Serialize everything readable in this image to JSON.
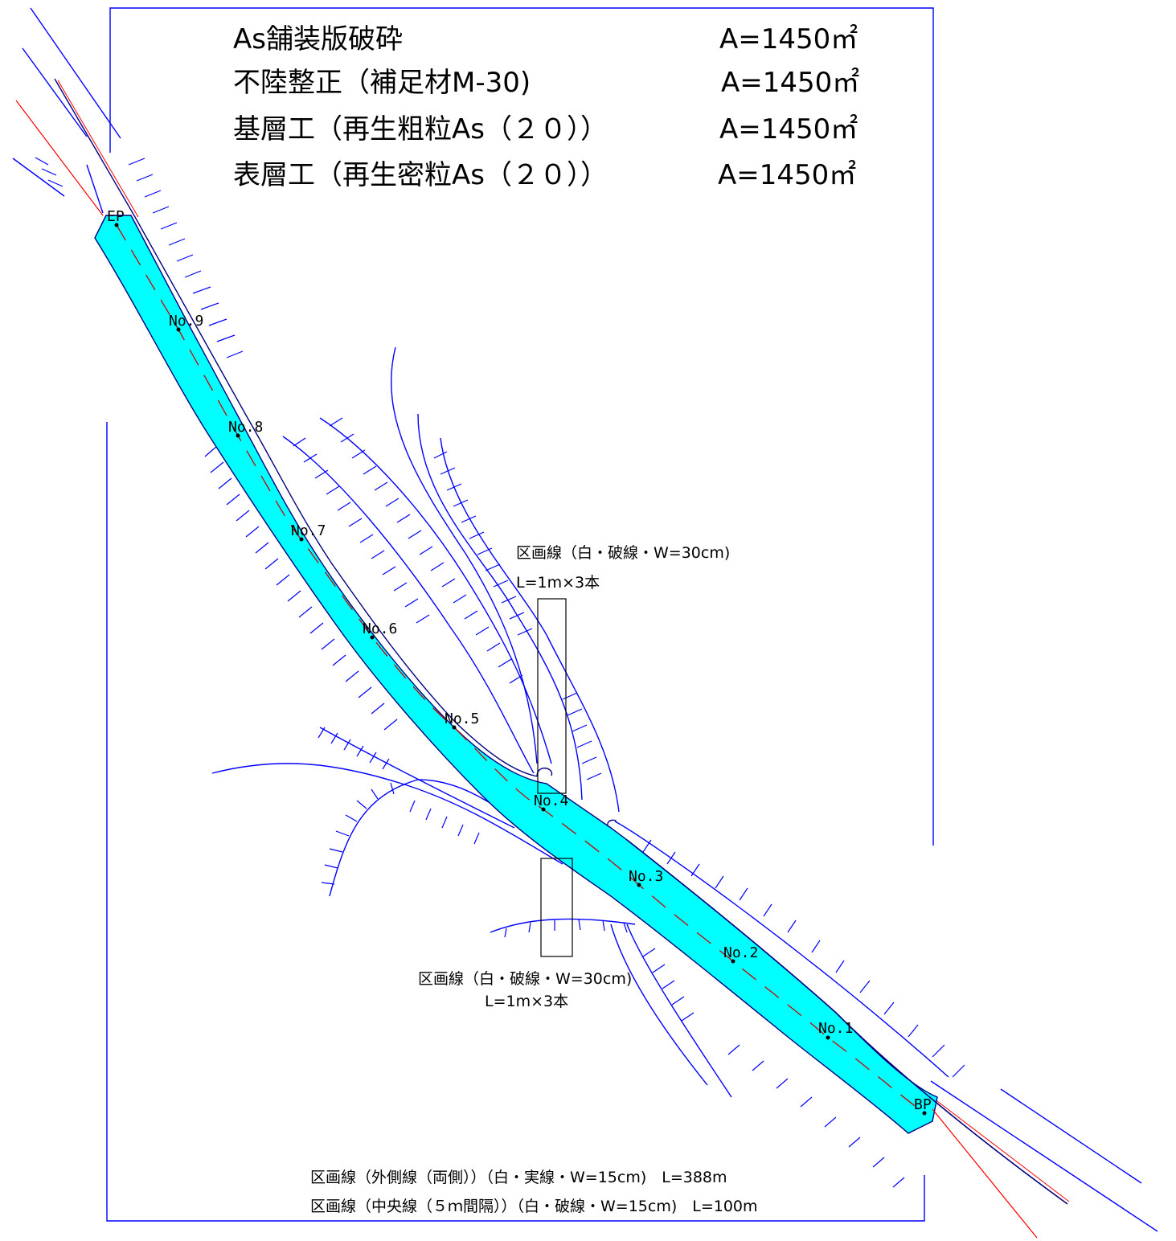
{
  "quantities": [
    {
      "item": "As舗装版破砕",
      "area": "A=1450㎡"
    },
    {
      "item": "不陸整正（補足材M-30)",
      "area": "A=1450㎡"
    },
    {
      "item": "基層工（再生粗粒As（２０））",
      "area": "A=1450㎡"
    },
    {
      "item": "表層工（再生密粒As（２０））",
      "area": "A=1450㎡"
    }
  ],
  "stations": {
    "ep": "EP",
    "bp": "BP",
    "no9": "No.9",
    "no8": "No.8",
    "no7": "No.7",
    "no6": "No.6",
    "no5": "No.5",
    "no4": "No.4",
    "no3": "No.3",
    "no2": "No.2",
    "no1": "No.1"
  },
  "callouts": {
    "upper": {
      "line1": "区画線（白・破線・W=30cm)",
      "line2": "L=1m×3本"
    },
    "lower": {
      "line1": "区画線（白・破線・W=30cm)",
      "line2": "L=1m×3本"
    }
  },
  "footer": [
    "区画線（外側線（両側））（白・実線・W=15cm)　L=388m",
    "区画線（中央線（５ｍ間隔））（白・破線・W=15cm)　L=100m"
  ],
  "colors": {
    "pavement": "#00ffff",
    "linework": "#0000ff",
    "centerline": "#cc0000",
    "outline": "#000080"
  }
}
